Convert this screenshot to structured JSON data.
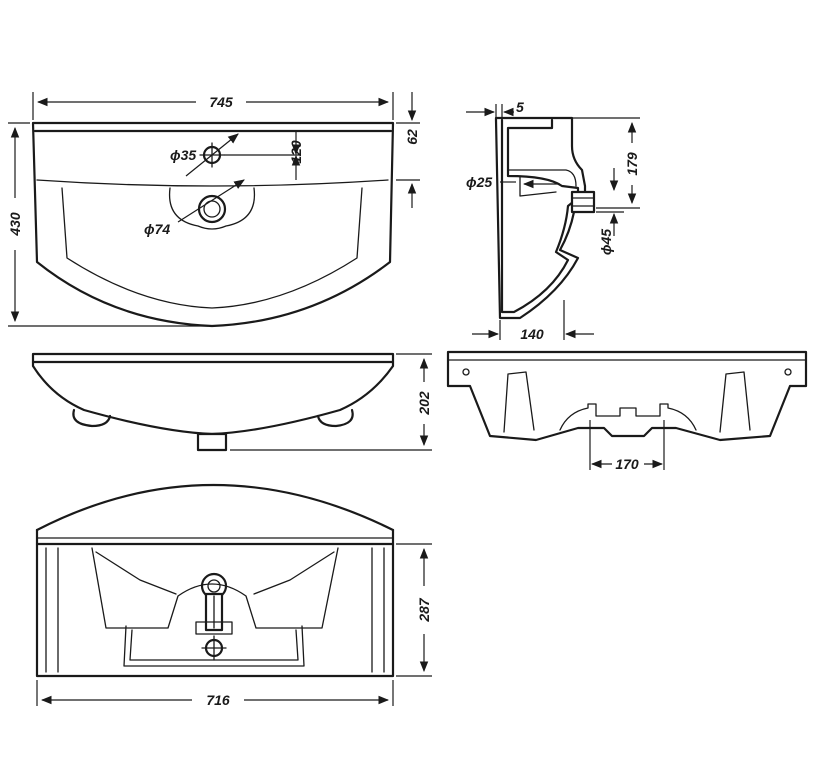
{
  "colors": {
    "line": "#1a1a1a",
    "background": "#ffffff"
  },
  "top_view": {
    "width_label": "745",
    "depth_label": "430",
    "rim_label": "62",
    "tap_hole_label": "ϕ35",
    "tap_offset_label": "120",
    "drain_label": "ϕ74"
  },
  "side_section": {
    "wall_label": "5",
    "overflow_label": "ϕ25",
    "height_label": "179",
    "waste_label": "ϕ45",
    "projection_label": "140"
  },
  "front_view": {
    "height_label": "202"
  },
  "rear_section": {
    "spacing_label": "170"
  },
  "bottom_view": {
    "depth_label": "287",
    "width_label": "716"
  }
}
